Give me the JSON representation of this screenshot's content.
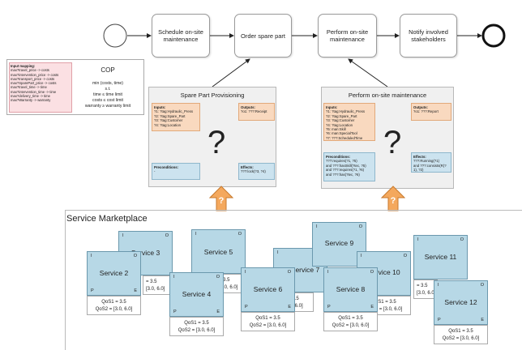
{
  "process": {
    "tasks": [
      {
        "id": "schedule",
        "label": "Schedule on-site maintenance"
      },
      {
        "id": "order",
        "label": "Order spare part"
      },
      {
        "id": "perform",
        "label": "Perform on-site maintenance"
      },
      {
        "id": "notify",
        "label": "Notify involved stakeholders"
      }
    ]
  },
  "cop": {
    "title": "COP",
    "mapping_title": "Input mapping:",
    "mapping": [
      "max?travel_price -> costs",
      "max?intervention_price -> costs",
      "max?transport_price -> costs",
      "max?SparePart_price -> costs",
      "max?travel_time -> time",
      "max?intervention_time -> time",
      "max?delivery_time -> time",
      "max?Warranty -> warranty"
    ],
    "objective": "min (costs, time)",
    "st": "s.t.",
    "constraints": [
      "time ≤ time limit",
      "costs ≤ cost limit",
      "warranty ≥ warranty limit"
    ]
  },
  "panel_left": {
    "title": "Spare Part Provisioning",
    "inputs_label": "Inputs:",
    "inputs": [
      "?1: ?tag:Hydraulic_Press",
      "?2: ?tag:Spare_Part",
      "?3: ?tag:Customer",
      "?4: ?tag:Location"
    ],
    "outputs_label": "Outputs:",
    "outputs": [
      "?o1: ???:Receipt"
    ],
    "preconditions_label": "Preconditions:",
    "preconditions": [
      "-"
    ],
    "effects_label": "Effects:",
    "effects": [
      "???:lock(?3, ?4)"
    ],
    "qmark": "?"
  },
  "panel_right": {
    "title": "Perform on-site maintenance",
    "inputs_label": "Inputs:",
    "inputs": [
      "?1: ?tag:Hydraulic_Press",
      "?2: ?tag:Spare_Part",
      "?3: ?tag:Customer",
      "?4: ?tag:Location",
      "?5: man:Skill",
      "?6: man:SpecialTool",
      "?7: ???:ScheduledTime"
    ],
    "outputs_label": "Outputs:",
    "outputs": [
      "?o1: ???:Report"
    ],
    "preconditions_label": "Preconditions:",
    "preconditions": [
      "???:requires(?1, ?5)",
      "and ???:hasSkill(?tec, ?5)",
      "and ???:requires(?1, ?6)",
      "and ???:has(?tec, ?6)"
    ],
    "effects_label": "Effects:",
    "effects": [
      "???:Running(?1)",
      "and ???:consists(R(?1), ?2)"
    ],
    "qmark": "?"
  },
  "arrow_label": "?",
  "marketplace": {
    "title": "Service Marketplace",
    "corner_i": "I",
    "corner_o": "O",
    "corner_p": "P",
    "corner_e": "E",
    "services": [
      {
        "id": "s3",
        "label": "Service 3"
      },
      {
        "id": "s2",
        "label": "Service 2"
      },
      {
        "id": "s5",
        "label": "Service 5"
      },
      {
        "id": "s4",
        "label": "Service 4"
      },
      {
        "id": "s7",
        "label": "Service 7"
      },
      {
        "id": "s6",
        "label": "Service 6"
      },
      {
        "id": "s9",
        "label": "Service 9"
      },
      {
        "id": "s10",
        "label": "Service 10"
      },
      {
        "id": "s8",
        "label": "Service 8"
      },
      {
        "id": "s11",
        "label": "Service 11"
      },
      {
        "id": "s12",
        "label": "Service 12"
      }
    ],
    "qos1": "QoS1 = 3.5",
    "qos2": "QoS2 = [3.0, 6.0]",
    "qos1_short": "= 3.5",
    "qos2_short": "[3.0, 6.0]"
  }
}
